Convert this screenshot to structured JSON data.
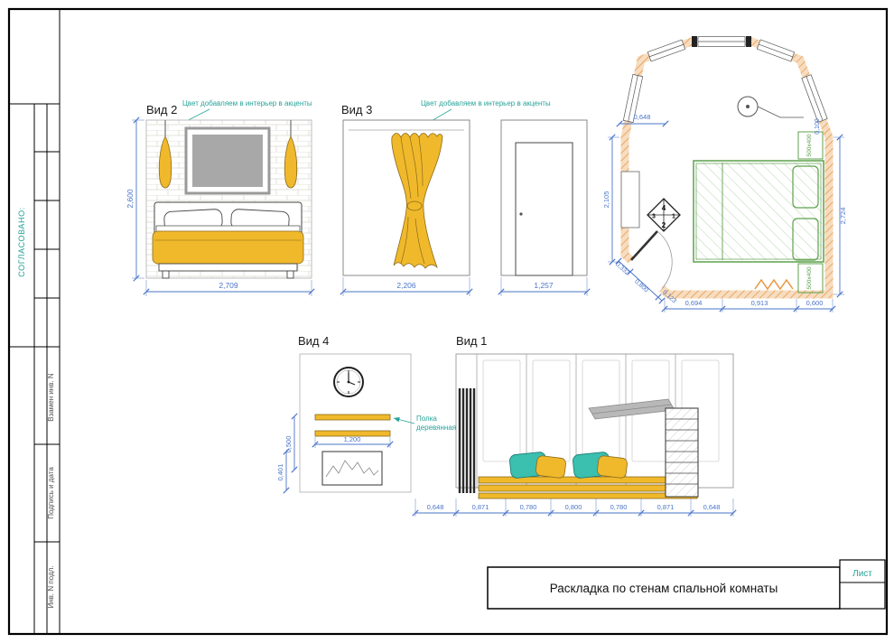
{
  "colors": {
    "yellow": "#F0B92B",
    "teal": "#27A399",
    "dim_blue": "#4A74C9",
    "plan_green": "#5FA04E",
    "wall_orange": "#E8943C",
    "teal_pillow": "#3BBFAF"
  },
  "stamp": {
    "approved": "СОГЛАСОВАНО:",
    "row1": "Взамен инв. N",
    "row2": "Подпись и дата",
    "row3": "Инв. N подл."
  },
  "title_block": {
    "title": "Раскладка по стенам спальной комнаты",
    "sheet": "Лист"
  },
  "view2": {
    "label": "Вид 2",
    "note": "Цвет добавляем в интерьер в акценты",
    "width": "2,709",
    "height": "2,600"
  },
  "view3": {
    "label": "Вид 3",
    "note": "Цвет добавляем в интерьер в акценты",
    "width": "2,206"
  },
  "door": {
    "width": "1,257"
  },
  "view4": {
    "label": "Вид 4",
    "note1": "Полка",
    "note2": "деревянная",
    "shelf_width": "1,200",
    "dim_a": "0,500",
    "dim_b": "0,401"
  },
  "view1": {
    "label": "Вид 1",
    "dims": [
      "0,648",
      "0,871",
      "0,780",
      "0,800",
      "0,780",
      "0,871",
      "0,648"
    ]
  },
  "plan": {
    "dim_top_left": "0,648",
    "dim_left": "2,105",
    "dim_chamfer_a": "0,332",
    "dim_door": "0,800",
    "dim_chamfer_b": "0,123",
    "dim_bottom_a": "0,694",
    "dim_bottom_b": "0,913",
    "dim_bottom_c": "0,600",
    "dim_right": "2,724",
    "dim_right_top": "0,100",
    "nightstand_size": "500x400",
    "marker_top": "4",
    "marker_right": "1",
    "marker_bottom": "2",
    "marker_left": "3"
  }
}
